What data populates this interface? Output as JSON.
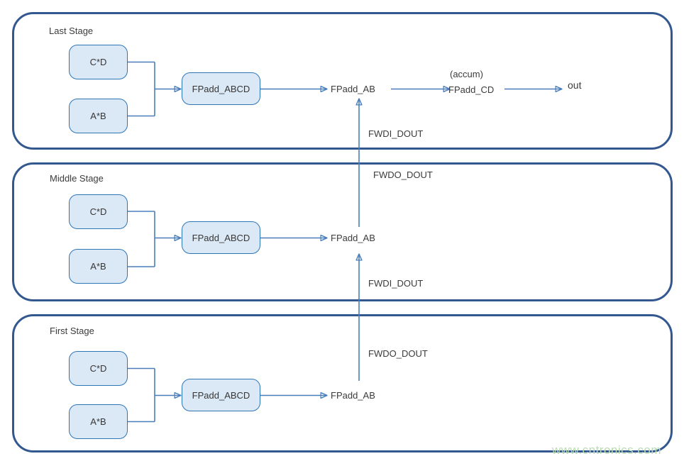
{
  "diagram": {
    "stages": [
      {
        "id": "last",
        "title": "Last Stage",
        "cd": "C*D",
        "ab": "A*B",
        "abcd": "FPadd_ABCD",
        "fpadd_ab": "FPadd_AB"
      },
      {
        "id": "middle",
        "title": "Middle Stage",
        "cd": "C*D",
        "ab": "A*B",
        "abcd": "FPadd_ABCD",
        "fpadd_ab": "FPadd_AB"
      },
      {
        "id": "first",
        "title": "First Stage",
        "cd": "C*D",
        "ab": "A*B",
        "abcd": "FPadd_ABCD",
        "fpadd_ab": "FPadd_AB"
      }
    ],
    "accum_note": "(accum)",
    "fpadd_cd_label": "FPadd_CD",
    "out_label": "out",
    "signals": {
      "last_fwdi": "FWDI_DOUT",
      "middle_fwdo": "FWDO_DOUT",
      "middle_fwdi": "FWDI_DOUT",
      "first_fwdo": "FWDO_DOUT"
    },
    "watermark": "www.cntronics.com",
    "colors": {
      "stage_border": "#33578f",
      "node_fill": "#dbe9f6",
      "node_border": "#2e75b6",
      "connector": "#4a7ebb",
      "text": "#3b3b3b",
      "watermark": "#b7ddb2"
    }
  }
}
